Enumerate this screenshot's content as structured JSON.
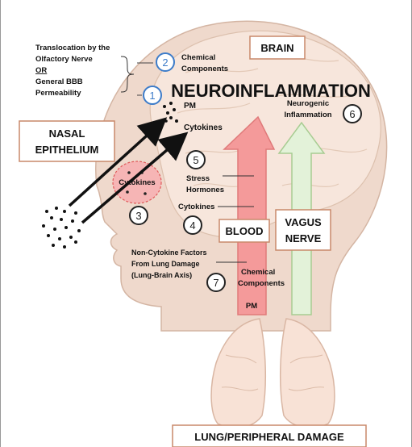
{
  "boxes": {
    "brain": "BRAIN",
    "nasal_line1": "NASAL",
    "nasal_line2": "EPITHELIUM",
    "blood": "BLOOD",
    "vagus_line1": "VAGUS",
    "vagus_line2": "NERVE",
    "lung": "LUNG/PERIPHERAL DAMAGE"
  },
  "title": "NEUROINFLAMMATION",
  "translocation": {
    "line1": "Translocation by the",
    "line2": "Olfactory Nerve",
    "line3": "OR",
    "line4": "General BBB",
    "line5": "Permeability"
  },
  "markers": {
    "m1": "1",
    "m2": "2",
    "m3": "3",
    "m4": "4",
    "m5": "5",
    "m6": "6",
    "m7": "7"
  },
  "labels": {
    "chem_top_1": "Chemical",
    "chem_top_2": "Components",
    "pm_head": "PM",
    "cytokines_head": "Cytokines",
    "cytokines_nose": "Cytokines",
    "stress_1": "Stress",
    "stress_2": "Hormones",
    "cytokines_blood": "Cytokines",
    "nonCyt_1": "Non-Cytokine Factors",
    "nonCyt_2": "From Lung Damage",
    "nonCyt_3": "(Lung-Brain Axis)",
    "chem_blood_1": "Chemical",
    "chem_blood_2": "Components",
    "pm_bottom": "PM",
    "neurogenic_1": "Neurogenic",
    "neurogenic_2": "Inflammation"
  },
  "colors": {
    "box_border": "#c9896a",
    "brain_fill": "#f7e6dc",
    "skin": "#efd9cc",
    "blood_arrow": "#f49a9a",
    "vagus_arrow": "#e3f2d9",
    "marker_blue": "#3d7cc9",
    "lung_fill": "#f8e2d6"
  }
}
